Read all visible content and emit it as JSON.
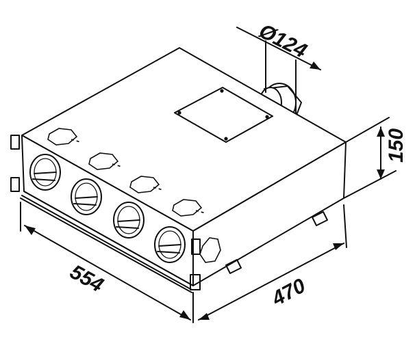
{
  "dimensions": {
    "diameter": "Ø124",
    "height": "150",
    "length": "554",
    "width": "470"
  },
  "parts": {
    "front_outlets": [
      "outlet-1",
      "outlet-2",
      "outlet-3",
      "outlet-4"
    ],
    "top_knockouts": [
      "knockout-1",
      "knockout-2",
      "knockout-3",
      "knockout-4"
    ]
  },
  "colors": {
    "line": "#111111",
    "background": "#ffffff"
  }
}
